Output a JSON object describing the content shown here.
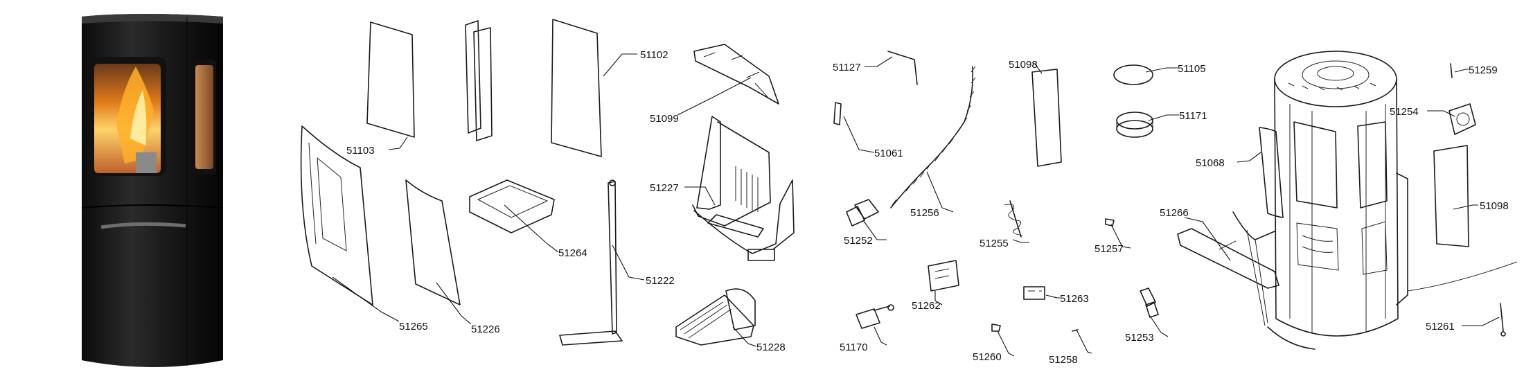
{
  "diagram": {
    "parts": [
      {
        "id": "p51103",
        "label": "51103"
      },
      {
        "id": "p51102",
        "label": "51102"
      },
      {
        "id": "p51099",
        "label": "51099"
      },
      {
        "id": "p51227",
        "label": "51227"
      },
      {
        "id": "p51264",
        "label": "51264"
      },
      {
        "id": "p51265",
        "label": "51265"
      },
      {
        "id": "p51226",
        "label": "51226"
      },
      {
        "id": "p51222",
        "label": "51222"
      },
      {
        "id": "p51228",
        "label": "51228"
      },
      {
        "id": "p51127",
        "label": "51127"
      },
      {
        "id": "p51061",
        "label": "51061"
      },
      {
        "id": "p51252",
        "label": "51252"
      },
      {
        "id": "p51256",
        "label": "51256"
      },
      {
        "id": "p51098a",
        "label": "51098"
      },
      {
        "id": "p51255",
        "label": "51255"
      },
      {
        "id": "p51262",
        "label": "51262"
      },
      {
        "id": "p51170",
        "label": "51170"
      },
      {
        "id": "p51260",
        "label": "51260"
      },
      {
        "id": "p51105",
        "label": "51105"
      },
      {
        "id": "p51171",
        "label": "51171"
      },
      {
        "id": "p51257",
        "label": "51257"
      },
      {
        "id": "p51263",
        "label": "51263"
      },
      {
        "id": "p51258",
        "label": "51258"
      },
      {
        "id": "p51253",
        "label": "51253"
      },
      {
        "id": "p51068",
        "label": "51068"
      },
      {
        "id": "p51266",
        "label": "51266"
      },
      {
        "id": "p51259",
        "label": "51259"
      },
      {
        "id": "p51254",
        "label": "51254"
      },
      {
        "id": "p51098b",
        "label": "51098"
      },
      {
        "id": "p51261",
        "label": "51261"
      }
    ]
  }
}
